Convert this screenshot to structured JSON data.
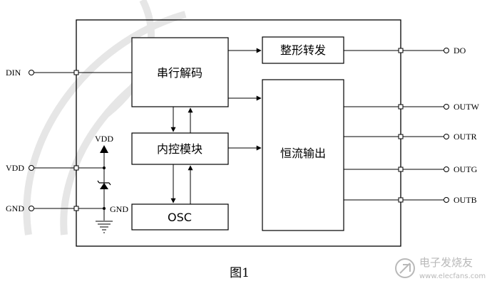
{
  "pins_left": {
    "din": "DIN",
    "vdd": "VDD",
    "gnd": "GND"
  },
  "internal_labels": {
    "vdd": "VDD",
    "gnd": "GND"
  },
  "blocks": {
    "serial_decode": "串行解码",
    "internal_control": "内控模块",
    "osc": "OSC",
    "reshape_forward": "整形转发",
    "constant_current_output": "恒流输出"
  },
  "pins_right": {
    "do": "DO",
    "outw": "OUTW",
    "outr": "OUTR",
    "outg": "OUTG",
    "outb": "OUTB"
  },
  "caption": "图1",
  "watermark": {
    "name": "电子发烧友",
    "url": "www.elecfans.com"
  }
}
